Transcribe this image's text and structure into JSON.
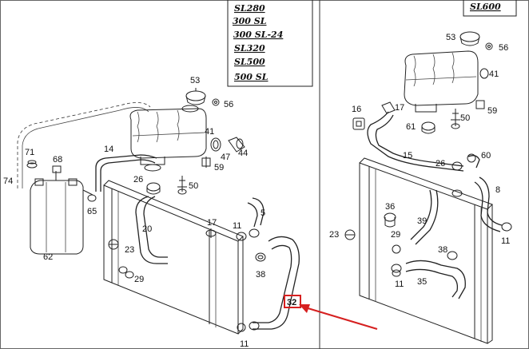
{
  "model_badges_left": [
    "SL280",
    "300 SL",
    "300 SL-24",
    "SL320",
    "SL500",
    "500 SL"
  ],
  "model_badges_right": [
    "SL600"
  ],
  "callouts_left": [
    "53",
    "56",
    "41",
    "47",
    "44",
    "14",
    "59",
    "71",
    "68",
    "74",
    "26",
    "50",
    "65",
    "62",
    "17",
    "11",
    "5",
    "20",
    "23",
    "29",
    "38",
    "32",
    "11"
  ],
  "callouts_right": [
    "53",
    "56",
    "41",
    "16",
    "17",
    "59",
    "50",
    "61",
    "15",
    "60",
    "26",
    "8",
    "36",
    "39",
    "23",
    "29",
    "11",
    "38",
    "11",
    "35"
  ],
  "highlight": {
    "label": "32",
    "color": "#d62020"
  }
}
